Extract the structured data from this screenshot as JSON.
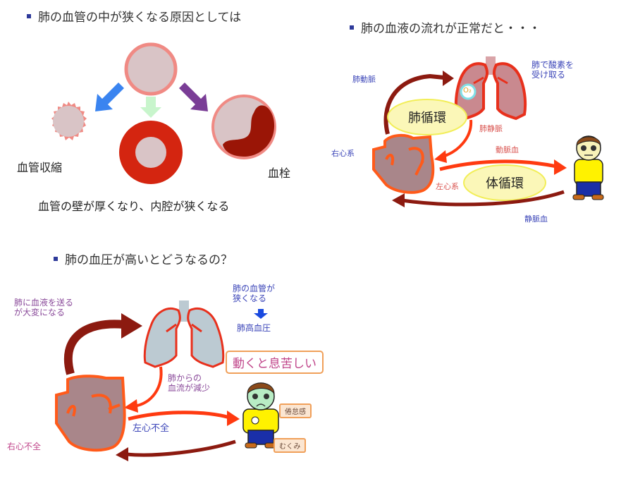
{
  "panel_causes": {
    "title": "肺の血管の中が狭くなる原因としては",
    "label_constriction": "血管収縮",
    "label_thrombus": "血栓",
    "label_wall_thickening": "血管の壁が厚くなり、内腔が狭くなる",
    "colors": {
      "vessel_wall": "#f08a84",
      "lumen": "#d9c4c6",
      "thick_wall": "#d42510",
      "clot": "#9a1506",
      "arrow_left": "#3a84f0",
      "arrow_down": "#c8f5cc",
      "arrow_right": "#7a3d96"
    }
  },
  "panel_normal": {
    "title": "肺の血液の流れが正常だと・・・",
    "pulmonary_artery": "肺動脈",
    "oxygen_intake": [
      "肺で酸素を",
      "受け取る"
    ],
    "o2_label": "O₂",
    "pulmonary_circulation": "肺循環",
    "pulmonary_vein": "肺静脈",
    "right_heart": "右心系",
    "arterial_blood": "動脈血",
    "left_heart": "左心系",
    "systemic_circulation": "体循環",
    "venous_blood": "静脈血"
  },
  "panel_high_pressure": {
    "title": "肺の血圧が高いとどうなるの？",
    "hard_to_pump": [
      "肺に血液を送る",
      "が大変になる"
    ],
    "vessels_narrow": [
      "肺の血管が",
      "狭くなる"
    ],
    "pulmonary_hypertension": "肺高血圧",
    "short_breath": "動くと息苦しい",
    "reduced_flow": [
      "肺からの",
      "血流が減少"
    ],
    "fatigue": "倦怠感",
    "left_heart_failure": "左心不全",
    "edema": "むくみ",
    "right_heart_failure": "右心不全"
  }
}
